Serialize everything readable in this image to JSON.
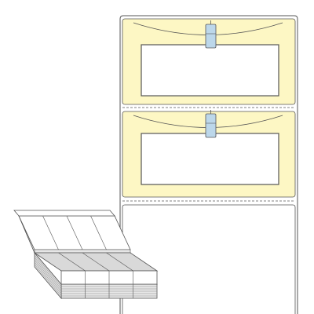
{
  "colors": {
    "background": "#ffffff",
    "outline": "#555555",
    "label_fill": "#fdf7c4",
    "window_fill": "#ffffff",
    "clip_fill": "#bcd7ea",
    "stack_face": "#e8e8e8",
    "stack_top": "#ffffff",
    "stack_fold": "#d4d4d4"
  },
  "label_sheet": {
    "label_count": 2,
    "blank_section": "empty-continuation-label"
  },
  "fanfold_stack": {
    "column_count": 4
  }
}
